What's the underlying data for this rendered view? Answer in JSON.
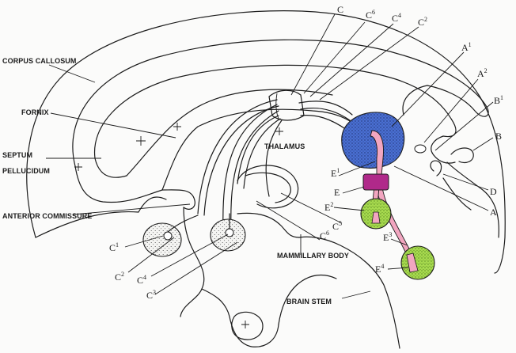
{
  "labels": {
    "corpus_callosum": "CORPUS CALLOSUM",
    "fornix": "FORNIX",
    "septum": "SEPTUM",
    "pellucidum": "PELLUCIDUM",
    "thalamus": "THALAMUS",
    "anterior_commissure": "ANTERIOR COMMISSURE",
    "mammillary_body": "MAMMILLARY BODY",
    "brain_stem": "BRAIN STEM"
  },
  "callouts": {
    "C": "C",
    "C6_top": "C",
    "C6_top_sup": "6",
    "C4_top": "C",
    "C4_top_sup": "4",
    "C2_top": "C",
    "C2_top_sup": "2",
    "A1": "A",
    "A1_sup": "1",
    "A2": "A",
    "A2_sup": "2",
    "B1": "B",
    "B1_sup": "1",
    "B": "B",
    "D": "D",
    "A": "A",
    "E1": "E",
    "E1_sup": "1",
    "E": "E",
    "E2": "E",
    "E2_sup": "2",
    "E3": "E",
    "E3_sup": "3",
    "E4": "E",
    "E4_sup": "4",
    "C1": "C",
    "C1_sup": "1",
    "C2": "C",
    "C2_sup": "2",
    "C4": "C",
    "C4_sup": "4",
    "C3": "C",
    "C3_sup": "3",
    "C6": "C",
    "C6_sup": "6",
    "C5": "C",
    "C5_sup": "5"
  },
  "colors": {
    "thalamic_nucleus": "#4a6fd1",
    "mammillothalamic_tract": "#f2a6c0",
    "bundle_band": "#b0298a",
    "mammillary_nuclei": "#9ed64a",
    "stipple": "#555555"
  }
}
